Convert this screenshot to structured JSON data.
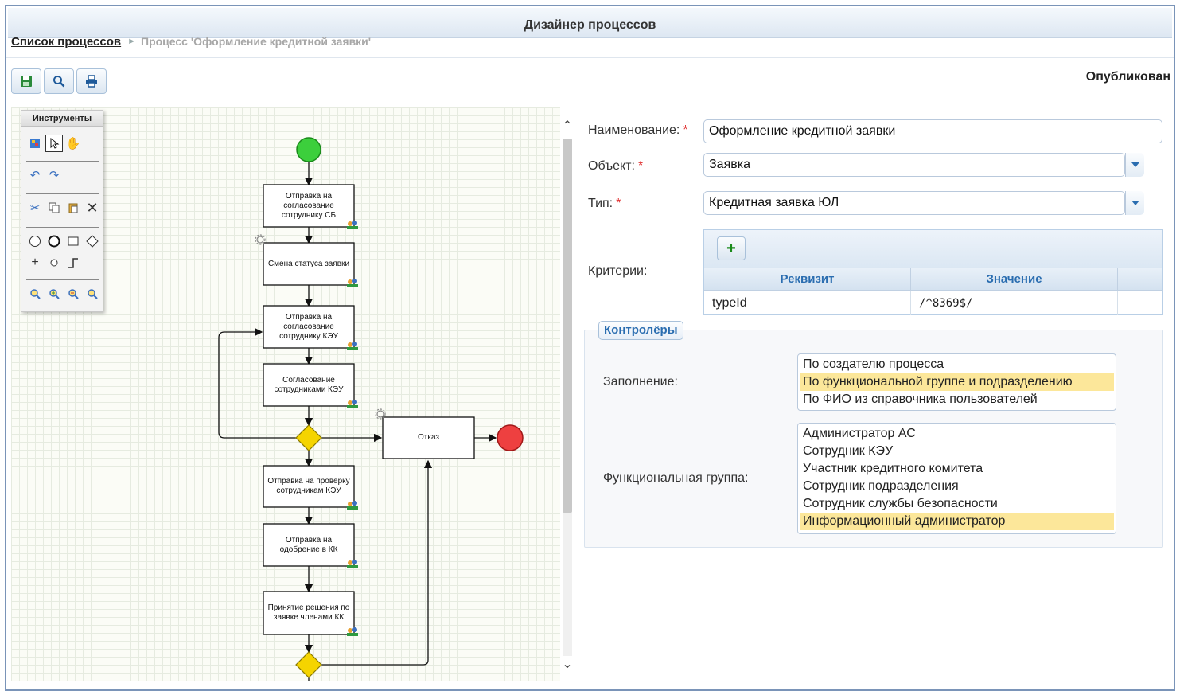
{
  "app": {
    "title": "Дизайнер процессов",
    "status": "Опубликован"
  },
  "breadcrumb": {
    "root": "Список процессов",
    "current": "Процесс 'Оформление кредитной заявки'"
  },
  "toolbar": {
    "buttons": [
      "save-icon",
      "search-icon",
      "print-icon"
    ]
  },
  "palette": {
    "title": "Инструменты"
  },
  "diagram": {
    "nodes": [
      {
        "id": "n1",
        "label": "Отправка на согласование сотруднику СБ"
      },
      {
        "id": "n2",
        "label": "Смена статуса заявки"
      },
      {
        "id": "n3",
        "label": "Отправка на согласование сотруднику КЭУ"
      },
      {
        "id": "n4",
        "label": "Согласование сотрудниками КЭУ"
      },
      {
        "id": "n5",
        "label": "Отказ"
      },
      {
        "id": "n6",
        "label": "Отправка на проверку сотрудникам КЭУ"
      },
      {
        "id": "n7",
        "label": "Отправка на одобрение в КК"
      },
      {
        "id": "n8",
        "label": "Принятие решения по заявке членами КК"
      }
    ]
  },
  "form": {
    "name_label": "Наименование:",
    "name_value": "Оформление кредитной заявки",
    "object_label": "Объект:",
    "object_value": "Заявка",
    "type_label": "Тип:",
    "type_value": "Кредитная заявка ЮЛ",
    "required_mark": "*",
    "criteria_label": "Критерии:",
    "criteria": {
      "columns": [
        "Реквизит",
        "Значение"
      ],
      "rows": [
        [
          "typeId",
          "/^8369$/"
        ]
      ]
    },
    "controllers_legend": "Контролёры",
    "fill_label": "Заполнение:",
    "fill_options": [
      "По создателю процесса",
      "По функциональной группе и подразделению",
      "По ФИО из справочника пользователей"
    ],
    "fill_selected": 1,
    "group_label": "Функциональная группа:",
    "group_options": [
      "Администратор АС",
      "Сотрудник КЭУ",
      "Участник кредитного комитета",
      "Сотрудник подразделения",
      "Сотрудник службы безопасности",
      "Информационный администратор"
    ],
    "group_selected": 5
  },
  "colors": {
    "start": "#3ccf3c",
    "end": "#ee4040",
    "gateway": "#f5d400",
    "accent": "#2a6db0",
    "selected": "#fce79a"
  }
}
